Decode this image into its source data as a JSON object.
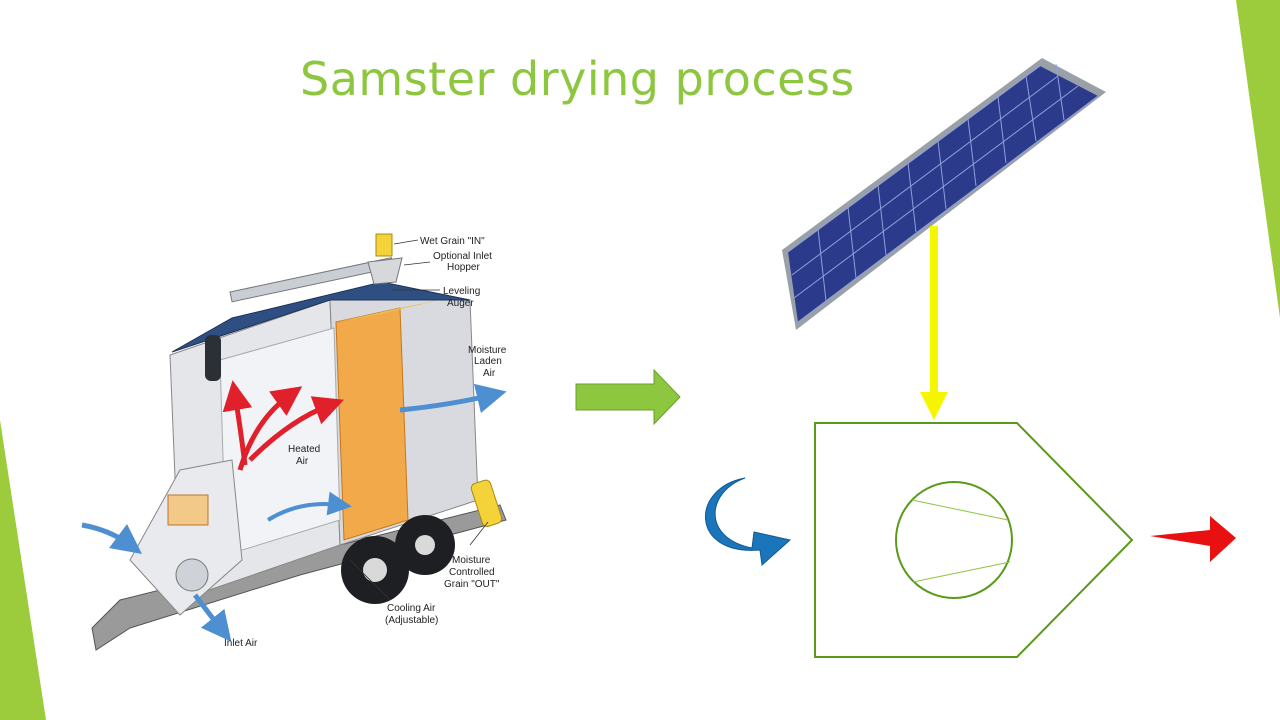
{
  "slide": {
    "title": "Samster drying process",
    "accent_color": "#8dc63f"
  },
  "dryer_illustration": {
    "labels": {
      "wet_grain_in": "Wet Grain \"IN\"",
      "optional_inlet_hopper_1": "Optional Inlet",
      "optional_inlet_hopper_2": "Hopper",
      "leveling_auger_1": "Leveling",
      "leveling_auger_2": "Auger",
      "moisture_laden_air_1": "Moisture",
      "moisture_laden_air_2": "Laden",
      "moisture_laden_air_3": "Air",
      "heated_air_1": "Heated",
      "heated_air_2": "Air",
      "moisture_controlled_1": "Moisture",
      "moisture_controlled_2": "Controlled",
      "moisture_controlled_3": "Grain \"OUT\"",
      "cooling_air_1": "Cooling Air",
      "cooling_air_2": "(Adjustable)",
      "inlet_air": "Inlet Air"
    }
  },
  "icons": {
    "process_arrow": "green-right-arrow-icon",
    "energy_arrow": "yellow-down-arrow-icon",
    "inlet_arrow": "blue-curved-arrow-icon",
    "outlet_arrow": "red-right-arrow-icon",
    "solar_panel": "solar-panel-icon"
  },
  "colors": {
    "green_arrow": "#8dc63f",
    "yellow_arrow": "#f5f500",
    "blue_arrow": "#1a75bb",
    "red_arrow": "#e81010",
    "drum_outline": "#5a9a1a",
    "panel_blue": "#2c3a8c"
  }
}
